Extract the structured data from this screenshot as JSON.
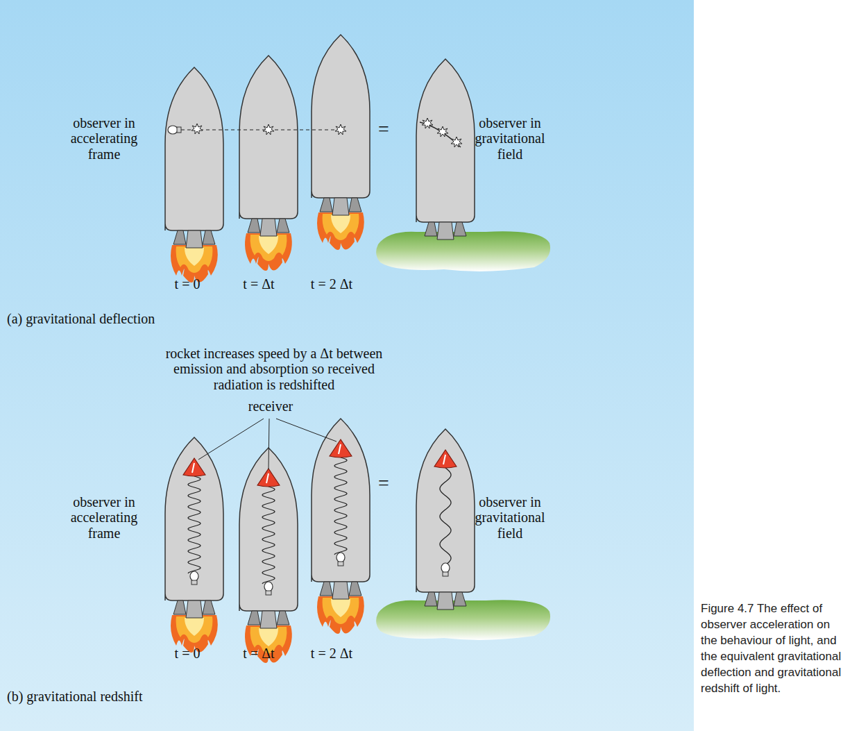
{
  "diagram": {
    "caption": "Figure 4.7 The effect of observer acceleration on the behaviour of light, and the equivalent gravitational deflection and gravitational redshift of light.",
    "labels": [
      "observer in accelerating frame",
      "=",
      "observer in gravitational field",
      "t = 0",
      "t = Δt",
      "t = 2 Δt",
      "(a) gravitational deflection",
      "rocket increases speed by a Δt between emission and absorption so received radiation is redshifted",
      "receiver",
      "observer in accelerating frame",
      "=",
      "observer in gravitational field",
      "t = 0",
      "t = Δt",
      "t = 2 Δt",
      "(b) gravitational redshift"
    ]
  }
}
